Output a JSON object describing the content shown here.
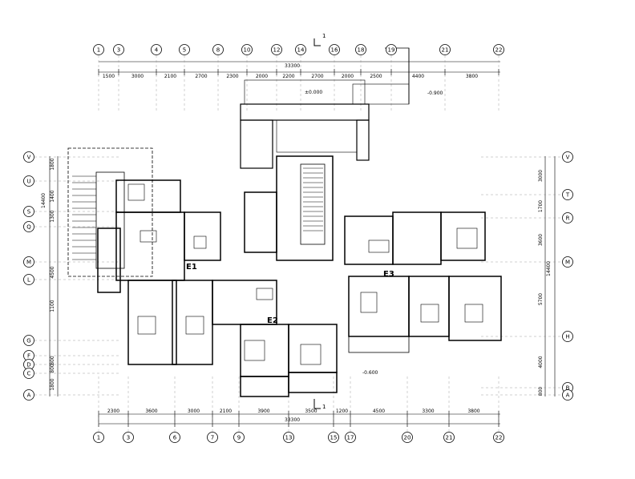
{
  "units": {
    "e1": "E1",
    "e2": "E2",
    "e3": "E3"
  },
  "section": {
    "top": "1",
    "bottom": "1"
  },
  "levels": {
    "entrance": "±0.000",
    "east": "-0.900",
    "south": "-0.600"
  },
  "overall": {
    "top": "33300",
    "bottom": "33300",
    "right": "14400",
    "left": "14400"
  },
  "axes": {
    "top": [
      "1",
      "3",
      "4",
      "5",
      "8",
      "10",
      "12",
      "14",
      "16",
      "18",
      "19",
      "21",
      "22"
    ],
    "bottom": [
      "1",
      "3",
      "6",
      "7",
      "9",
      "13",
      "15",
      "17",
      "20",
      "21",
      "22"
    ],
    "left": [
      "V",
      "U",
      "S",
      "Q",
      "M",
      "L",
      "G",
      "F",
      "D",
      "C",
      "A"
    ],
    "right": [
      "V",
      "T",
      "R",
      "M",
      "H",
      "B",
      "A"
    ]
  },
  "dims": {
    "top": [
      "1500",
      "3000",
      "2100",
      "2700",
      "2300",
      "2000",
      "2200",
      "2700",
      "2000",
      "2500",
      "4400",
      "3800"
    ],
    "bottom": [
      "2300",
      "3600",
      "3000",
      "2100",
      "3900",
      "3500",
      "1200",
      "4500",
      "3300",
      "3800"
    ],
    "right": [
      "3000",
      "1700",
      "3600",
      "5700",
      "4000",
      "800"
    ],
    "left": [
      "1800",
      "1400",
      "1300",
      "4500",
      "1100",
      "800",
      "800",
      "1800"
    ]
  }
}
